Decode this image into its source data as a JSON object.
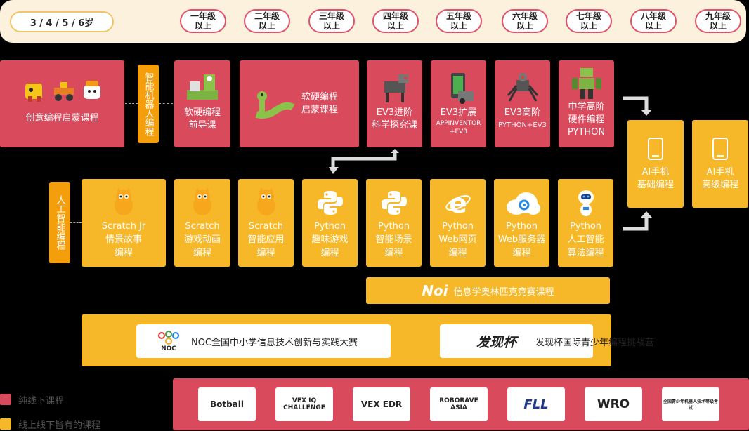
{
  "ages": "3 / 4 / 5 / 6岁",
  "grades": [
    {
      "l1": "一年级",
      "l2": "以上"
    },
    {
      "l1": "二年级",
      "l2": "以上"
    },
    {
      "l1": "三年级",
      "l2": "以上"
    },
    {
      "l1": "四年级",
      "l2": "以上"
    },
    {
      "l1": "五年级",
      "l2": "以上"
    },
    {
      "l1": "六年级",
      "l2": "以上"
    },
    {
      "l1": "七年级",
      "l2": "以上"
    },
    {
      "l1": "八年级",
      "l2": "以上"
    },
    {
      "l1": "九年级",
      "l2": "以上"
    }
  ],
  "robot_label": "智能机器人编程",
  "ai_label": "人工智能编程",
  "red_row": {
    "qimeng": "创意编程启蒙课程",
    "qiandao": [
      "软硬编程",
      "前导课"
    ],
    "qimeng2": [
      "软硬编程",
      "启蒙课程"
    ],
    "ev3a": [
      "EV3进阶",
      "科学探究课"
    ],
    "ev3b": [
      "EV3扩展",
      "APPINVENTOR",
      "+EV3"
    ],
    "ev3c": [
      "EV3高阶",
      "PYTHON+EV3"
    ],
    "hs": [
      "中学高阶",
      "硬件编程",
      "PYTHON"
    ]
  },
  "yellow_row": [
    [
      "Scratch Jr",
      "情景故事",
      "编程"
    ],
    [
      "Scratch",
      "游戏动画",
      "编程"
    ],
    [
      "Scratch",
      "智能应用",
      "编程"
    ],
    [
      "Python",
      "趣味游戏",
      "编程"
    ],
    [
      "Python",
      "智能场景",
      "编程"
    ],
    [
      "Python",
      "Web网页",
      "编程"
    ],
    [
      "Python",
      "Web服务器",
      "编程"
    ],
    [
      "Python",
      "人工智能",
      "算法编程"
    ]
  ],
  "ai_phone": [
    [
      "AI手机",
      "基础编程"
    ],
    [
      "AI手机",
      "高级编程"
    ]
  ],
  "noi": {
    "logo": "Noi",
    "text": "信息学奥林匹克竞赛课程"
  },
  "noc": {
    "logo": "NOC",
    "text": "NOC全国中小学信息技术创新与实践大赛"
  },
  "fxb": {
    "logo": "发现杯",
    "text": "发现杯国际青少年编程挑战营"
  },
  "competitions": [
    "Botball",
    "VEX IQ CHALLENGE",
    "VEX EDR",
    "ROBORAVE ASIA",
    "FLL",
    "WRO",
    "全国青少年机器人技术等级考试"
  ],
  "legend": [
    {
      "label": "纯线下课程",
      "color": "#d94a5d"
    },
    {
      "label": "线上线下皆有的课程",
      "color": "#f6b728"
    }
  ],
  "colors": {
    "red": "#d94a5d",
    "yellow": "#f6b728",
    "orange": "#f59e0b",
    "cream": "#fcf1dc"
  }
}
